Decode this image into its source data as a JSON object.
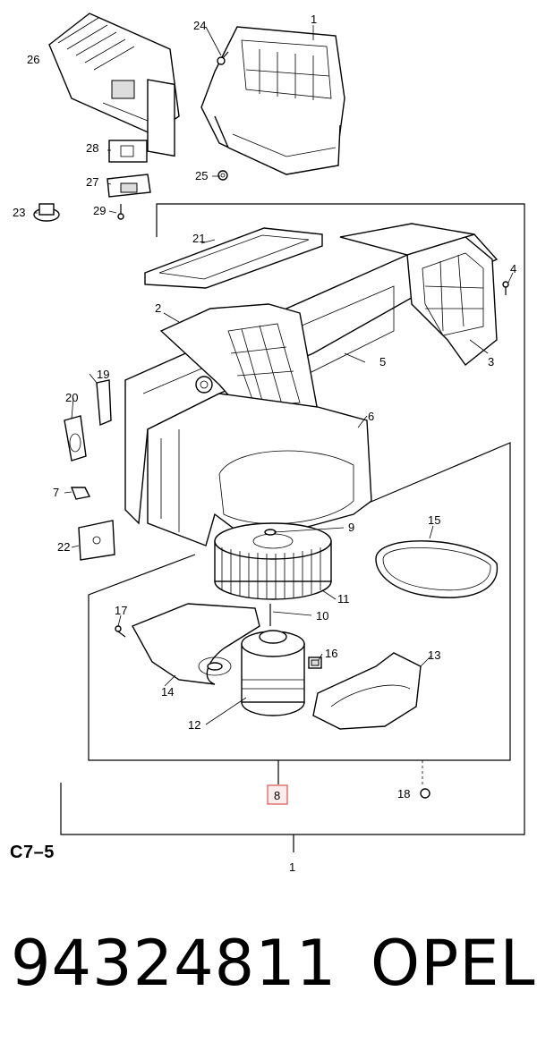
{
  "diagram": {
    "section_code": "C7–5",
    "highlighted_callout": "8",
    "callouts": [
      "1",
      "2",
      "3",
      "4",
      "5",
      "6",
      "7",
      "8",
      "9",
      "10",
      "11",
      "12",
      "13",
      "14",
      "15",
      "16",
      "17",
      "18",
      "19",
      "20",
      "21",
      "22",
      "23",
      "24",
      "25",
      "26",
      "27",
      "28",
      "29"
    ],
    "highlight_color": "#d9534f"
  },
  "footer": {
    "part_number": "94324811",
    "brand": "OPEL"
  }
}
